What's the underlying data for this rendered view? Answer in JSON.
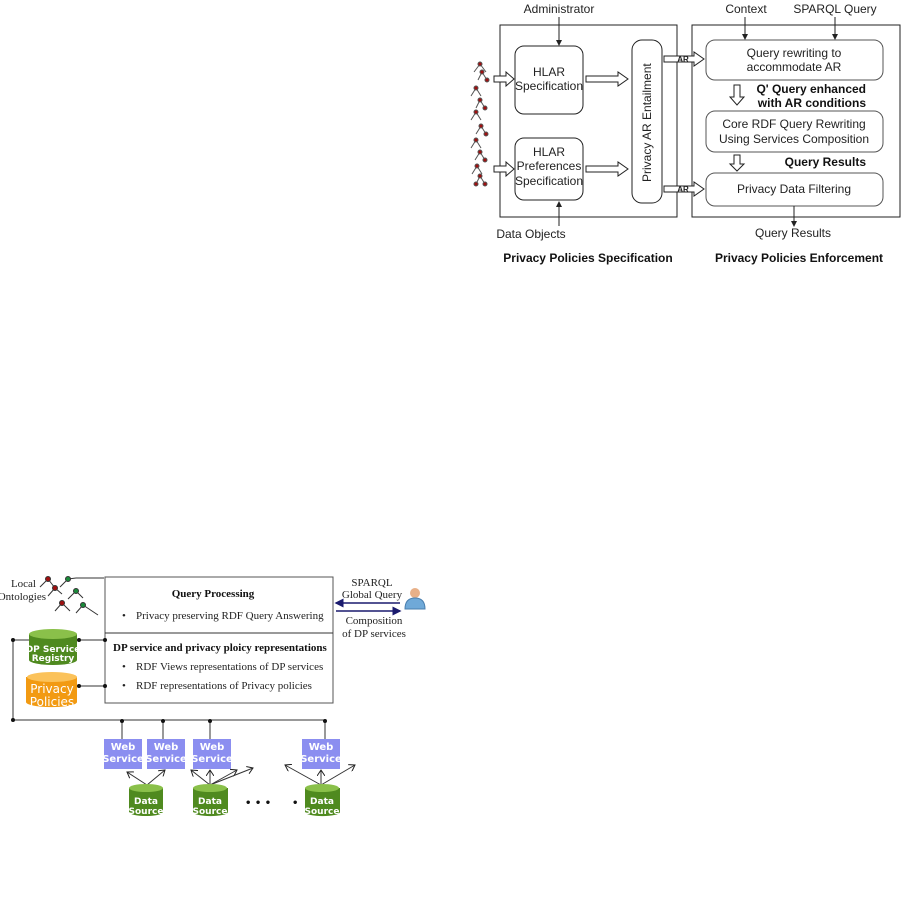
{
  "figure_top": {
    "administrator": "Administrator",
    "hlar_spec": [
      "HLAR",
      "Specification"
    ],
    "hlar_pref": [
      "HLAR",
      "Preferences",
      "Specification"
    ],
    "entailment": "Privacy AR Entailment",
    "ar_label": "AR",
    "context": "Context",
    "sparql_query": "SPARQL Query",
    "query_rewriting": [
      "Query rewriting to",
      "accommodate AR"
    ],
    "q_enhanced": [
      "Q' Query enhanced",
      "with AR conditions"
    ],
    "core_rdf": [
      "Core RDF Query Rewriting",
      "Using Services Composition"
    ],
    "query_results_bold": "Query Results",
    "privacy_filtering": "Privacy Data Filtering",
    "data_objects": "Data Objects",
    "query_results": "Query Results",
    "caption_left": "Privacy Policies Specification",
    "caption_right": "Privacy Policies Enforcement"
  },
  "figure_bottom": {
    "local_ontologies": [
      "Local",
      "Ontologies"
    ],
    "query_processing": "Query Processing",
    "qp_bullet": "Privacy preserving RDF Query Answering",
    "dp_title": "DP service and privacy ploicy representations",
    "dp_bullets": [
      "RDF Views representations of DP services",
      "RDF representations of Privacy policies"
    ],
    "sparql": [
      "SPARQL",
      "Global Query"
    ],
    "composition": [
      "Composition",
      "of DP services"
    ],
    "registry": [
      "DP Service",
      "Registry"
    ],
    "policies": [
      "Privacy",
      "Policies"
    ],
    "web_service": [
      "Web",
      "Service"
    ],
    "data_source": [
      "Data",
      "Source"
    ],
    "bullet": "•",
    "ellipsis": "• • •      •"
  },
  "colors": {
    "tree_red": "#a01010",
    "tree_green": "#1a8a3a",
    "db_green": "#4f8a1f",
    "db_orange": "#f29a12",
    "ws_blue": "#8b8ef0",
    "arrow_navy": "#1a1a6e"
  }
}
